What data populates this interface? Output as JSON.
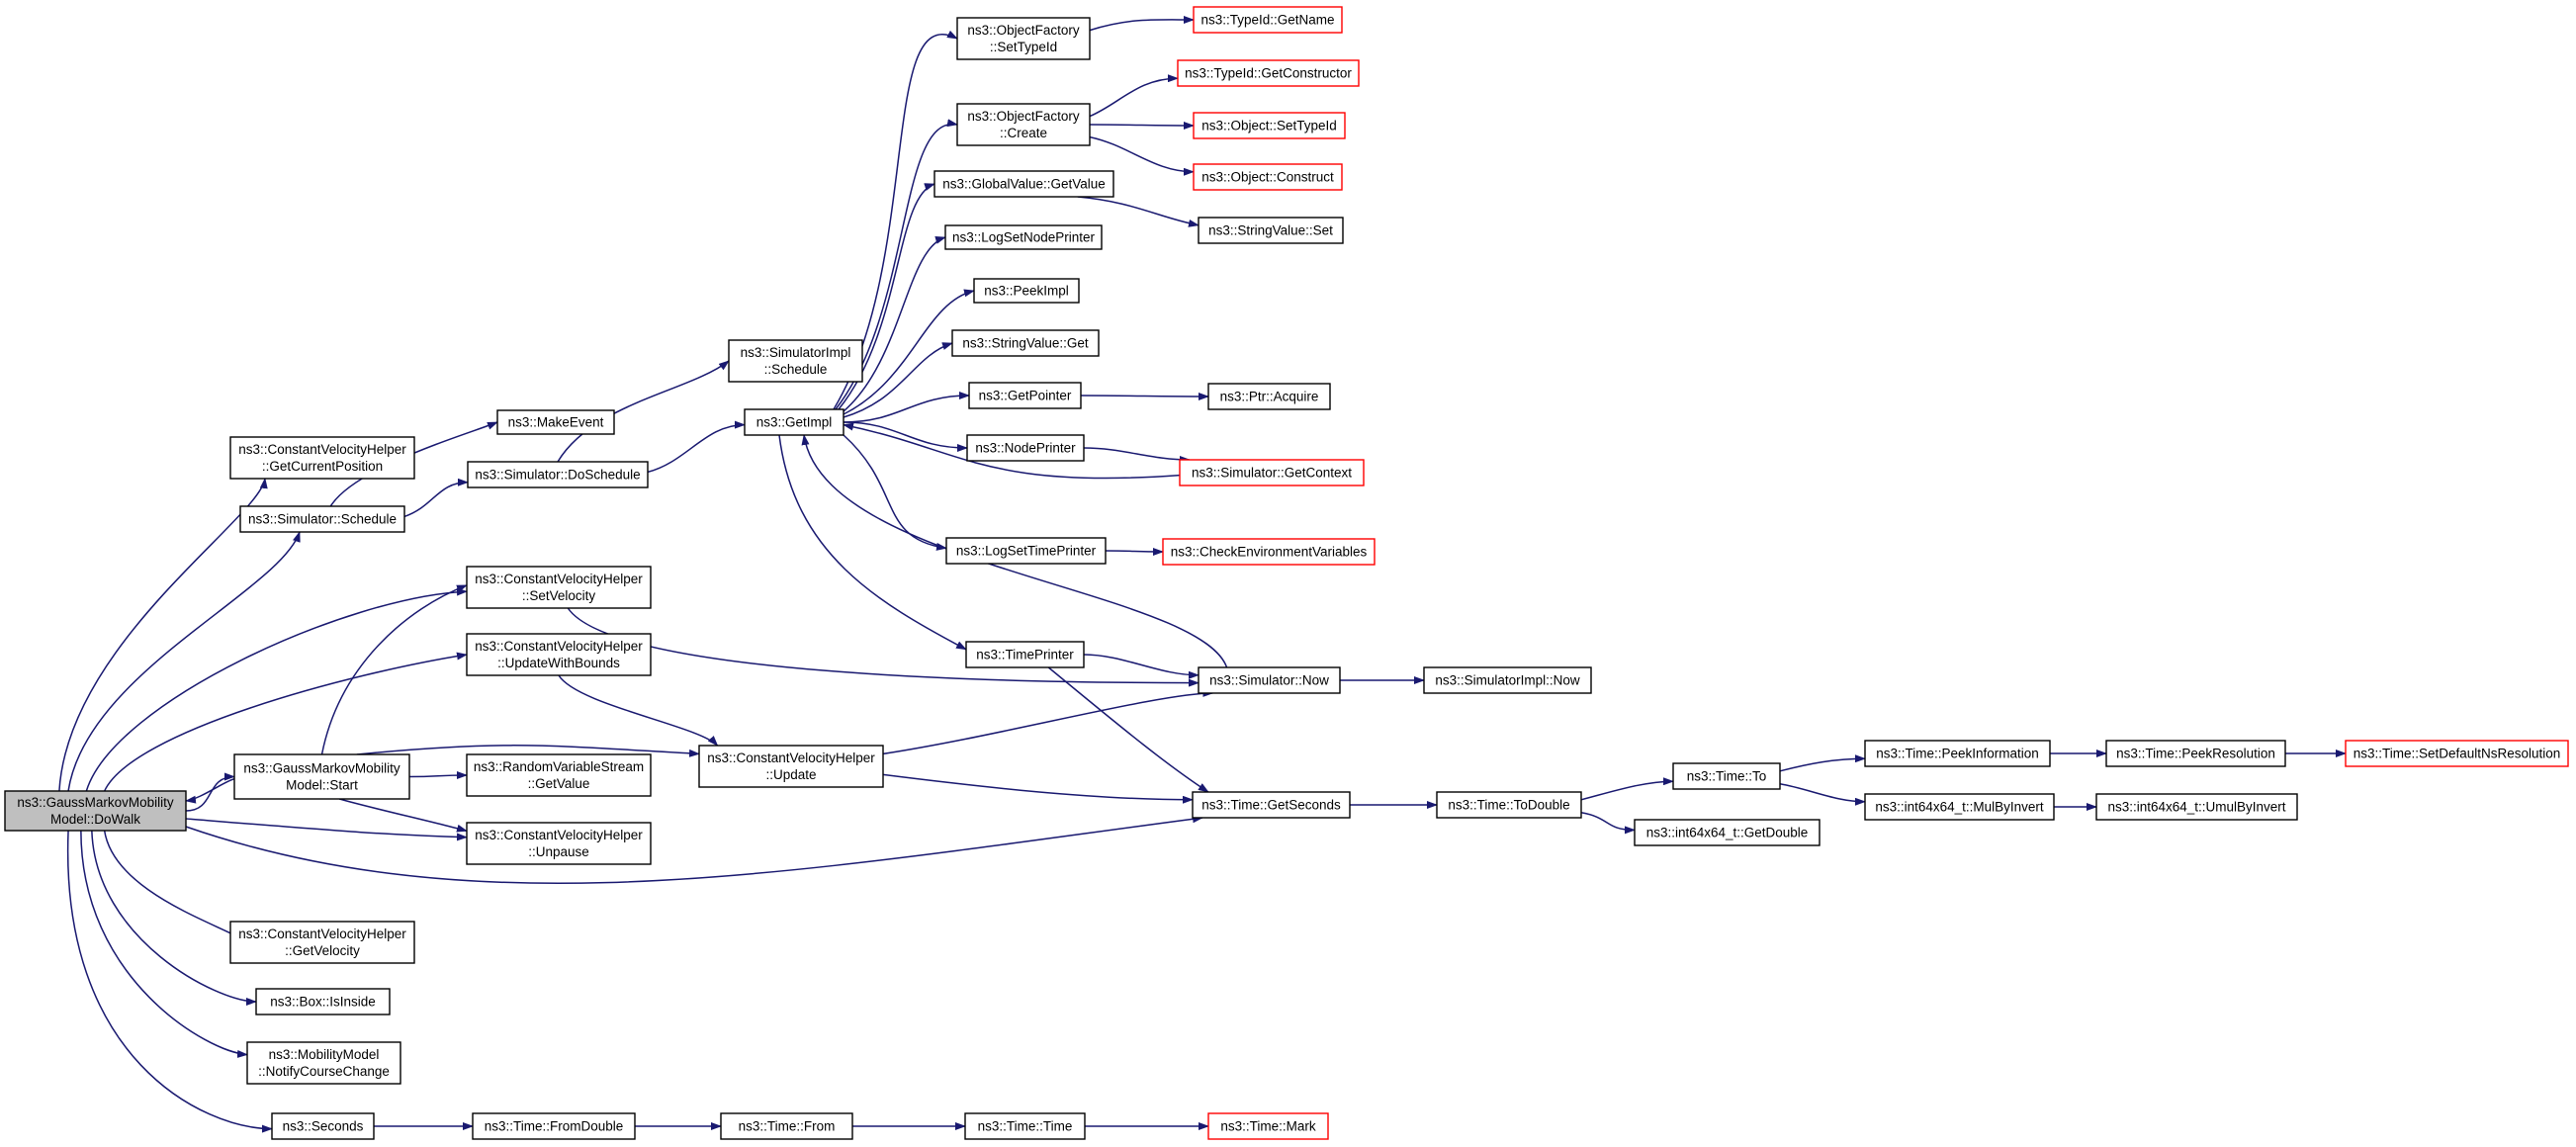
{
  "colors": {
    "edge": "#191970",
    "node_border": "#000000",
    "truncated_border": "#ff0000",
    "root_fill": "#bfbfbf"
  },
  "nodes": [
    {
      "id": "dowalk",
      "lines": [
        "ns3::GaussMarkovMobility",
        "Model::DoWalk"
      ],
      "root": true
    },
    {
      "id": "cvh_getcurpos",
      "lines": [
        "ns3::ConstantVelocityHelper",
        "::GetCurrentPosition"
      ]
    },
    {
      "id": "sim_schedule",
      "lines": [
        "ns3::Simulator::Schedule"
      ]
    },
    {
      "id": "makeevent",
      "lines": [
        "ns3::MakeEvent"
      ]
    },
    {
      "id": "sim_doschedule",
      "lines": [
        "ns3::Simulator::DoSchedule"
      ]
    },
    {
      "id": "simimpl_schedule",
      "lines": [
        "ns3::SimulatorImpl",
        "::Schedule"
      ]
    },
    {
      "id": "getimpl",
      "lines": [
        "ns3::GetImpl"
      ]
    },
    {
      "id": "of_settypeid",
      "lines": [
        "ns3::ObjectFactory",
        "::SetTypeId"
      ]
    },
    {
      "id": "typeid_getname",
      "lines": [
        "ns3::TypeId::GetName"
      ],
      "truncated": true
    },
    {
      "id": "of_create",
      "lines": [
        "ns3::ObjectFactory",
        "::Create"
      ]
    },
    {
      "id": "typeid_getconstructor",
      "lines": [
        "ns3::TypeId::GetConstructor"
      ],
      "truncated": true
    },
    {
      "id": "object_settypeid",
      "lines": [
        "ns3::Object::SetTypeId"
      ],
      "truncated": true
    },
    {
      "id": "object_construct",
      "lines": [
        "ns3::Object::Construct"
      ],
      "truncated": true
    },
    {
      "id": "globalvalue_getvalue",
      "lines": [
        "ns3::GlobalValue::GetValue"
      ]
    },
    {
      "id": "stringvalue_set",
      "lines": [
        "ns3::StringValue::Set"
      ]
    },
    {
      "id": "logsetnodeprinter",
      "lines": [
        "ns3::LogSetNodePrinter"
      ]
    },
    {
      "id": "peekimpl",
      "lines": [
        "ns3::PeekImpl"
      ]
    },
    {
      "id": "stringvalue_get",
      "lines": [
        "ns3::StringValue::Get"
      ]
    },
    {
      "id": "getpointer",
      "lines": [
        "ns3::GetPointer"
      ]
    },
    {
      "id": "ptr_acquire",
      "lines": [
        "ns3::Ptr::Acquire"
      ]
    },
    {
      "id": "nodeprinter",
      "lines": [
        "ns3::NodePrinter"
      ]
    },
    {
      "id": "sim_getcontext",
      "lines": [
        "ns3::Simulator::GetContext"
      ],
      "truncated": true
    },
    {
      "id": "logsettimeprinter",
      "lines": [
        "ns3::LogSetTimePrinter"
      ]
    },
    {
      "id": "checkenv",
      "lines": [
        "ns3::CheckEnvironmentVariables"
      ],
      "truncated": true
    },
    {
      "id": "timeprinter",
      "lines": [
        "ns3::TimePrinter"
      ]
    },
    {
      "id": "sim_now",
      "lines": [
        "ns3::Simulator::Now"
      ]
    },
    {
      "id": "simimpl_now",
      "lines": [
        "ns3::SimulatorImpl::Now"
      ]
    },
    {
      "id": "cvh_setvelocity",
      "lines": [
        "ns3::ConstantVelocityHelper",
        "::SetVelocity"
      ]
    },
    {
      "id": "cvh_updatewithbounds",
      "lines": [
        "ns3::ConstantVelocityHelper",
        "::UpdateWithBounds"
      ]
    },
    {
      "id": "gm_start",
      "lines": [
        "ns3::GaussMarkovMobility",
        "Model::Start"
      ]
    },
    {
      "id": "rvs_getvalue",
      "lines": [
        "ns3::RandomVariableStream",
        "::GetValue"
      ]
    },
    {
      "id": "cvh_update",
      "lines": [
        "ns3::ConstantVelocityHelper",
        "::Update"
      ]
    },
    {
      "id": "cvh_unpause",
      "lines": [
        "ns3::ConstantVelocityHelper",
        "::Unpause"
      ]
    },
    {
      "id": "time_getseconds",
      "lines": [
        "ns3::Time::GetSeconds"
      ]
    },
    {
      "id": "time_todouble",
      "lines": [
        "ns3::Time::ToDouble"
      ]
    },
    {
      "id": "time_to",
      "lines": [
        "ns3::Time::To"
      ]
    },
    {
      "id": "time_peekinformation",
      "lines": [
        "ns3::Time::PeekInformation"
      ]
    },
    {
      "id": "time_peekresolution",
      "lines": [
        "ns3::Time::PeekResolution"
      ]
    },
    {
      "id": "time_setdefaultnsres",
      "lines": [
        "ns3::Time::SetDefaultNsResolution"
      ],
      "truncated": true
    },
    {
      "id": "int64_mulbyinvert",
      "lines": [
        "ns3::int64x64_t::MulByInvert"
      ]
    },
    {
      "id": "int64_umulbyinvert",
      "lines": [
        "ns3::int64x64_t::UmulByInvert"
      ]
    },
    {
      "id": "int64_getdouble",
      "lines": [
        "ns3::int64x64_t::GetDouble"
      ]
    },
    {
      "id": "cvh_getvelocity",
      "lines": [
        "ns3::ConstantVelocityHelper",
        "::GetVelocity"
      ]
    },
    {
      "id": "box_isinside",
      "lines": [
        "ns3::Box::IsInside"
      ]
    },
    {
      "id": "mm_notify",
      "lines": [
        "ns3::MobilityModel",
        "::NotifyCourseChange"
      ]
    },
    {
      "id": "seconds",
      "lines": [
        "ns3::Seconds"
      ]
    },
    {
      "id": "time_fromdouble",
      "lines": [
        "ns3::Time::FromDouble"
      ]
    },
    {
      "id": "time_from",
      "lines": [
        "ns3::Time::From"
      ]
    },
    {
      "id": "time_time",
      "lines": [
        "ns3::Time::Time"
      ]
    },
    {
      "id": "time_mark",
      "lines": [
        "ns3::Time::Mark"
      ],
      "truncated": true
    }
  ],
  "edges": [
    [
      "dowalk",
      "cvh_getcurpos"
    ],
    [
      "dowalk",
      "sim_schedule"
    ],
    [
      "dowalk",
      "cvh_setvelocity"
    ],
    [
      "dowalk",
      "cvh_updatewithbounds"
    ],
    [
      "dowalk",
      "gm_start"
    ],
    [
      "dowalk",
      "cvh_unpause"
    ],
    [
      "dowalk",
      "time_getseconds"
    ],
    [
      "dowalk",
      "cvh_getvelocity"
    ],
    [
      "dowalk",
      "box_isinside"
    ],
    [
      "dowalk",
      "mm_notify"
    ],
    [
      "dowalk",
      "seconds"
    ],
    [
      "sim_schedule",
      "makeevent"
    ],
    [
      "sim_schedule",
      "sim_doschedule"
    ],
    [
      "sim_doschedule",
      "simimpl_schedule"
    ],
    [
      "sim_doschedule",
      "getimpl"
    ],
    [
      "getimpl",
      "of_settypeid"
    ],
    [
      "getimpl",
      "of_create"
    ],
    [
      "getimpl",
      "globalvalue_getvalue"
    ],
    [
      "getimpl",
      "logsetnodeprinter"
    ],
    [
      "getimpl",
      "peekimpl"
    ],
    [
      "getimpl",
      "stringvalue_get"
    ],
    [
      "getimpl",
      "getpointer"
    ],
    [
      "getimpl",
      "nodeprinter"
    ],
    [
      "getimpl",
      "logsettimeprinter"
    ],
    [
      "getimpl",
      "timeprinter"
    ],
    [
      "of_settypeid",
      "typeid_getname"
    ],
    [
      "of_create",
      "typeid_getconstructor"
    ],
    [
      "of_create",
      "object_settypeid"
    ],
    [
      "of_create",
      "object_construct"
    ],
    [
      "globalvalue_getvalue",
      "stringvalue_set"
    ],
    [
      "getpointer",
      "ptr_acquire"
    ],
    [
      "nodeprinter",
      "sim_getcontext"
    ],
    [
      "sim_getcontext",
      "getimpl"
    ],
    [
      "logsettimeprinter",
      "checkenv"
    ],
    [
      "timeprinter",
      "sim_now"
    ],
    [
      "timeprinter",
      "time_getseconds"
    ],
    [
      "sim_now",
      "getimpl"
    ],
    [
      "sim_now",
      "simimpl_now"
    ],
    [
      "cvh_setvelocity",
      "sim_now"
    ],
    [
      "cvh_updatewithbounds",
      "cvh_update"
    ],
    [
      "gm_start",
      "dowalk"
    ],
    [
      "gm_start",
      "cvh_setvelocity"
    ],
    [
      "gm_start",
      "rvs_getvalue"
    ],
    [
      "gm_start",
      "cvh_update"
    ],
    [
      "gm_start",
      "cvh_unpause"
    ],
    [
      "cvh_update",
      "sim_now"
    ],
    [
      "cvh_update",
      "time_getseconds"
    ],
    [
      "time_getseconds",
      "time_todouble"
    ],
    [
      "time_todouble",
      "time_to"
    ],
    [
      "time_todouble",
      "int64_getdouble"
    ],
    [
      "time_to",
      "time_peekinformation"
    ],
    [
      "time_to",
      "int64_mulbyinvert"
    ],
    [
      "time_peekinformation",
      "time_peekresolution"
    ],
    [
      "time_peekresolution",
      "time_setdefaultnsres"
    ],
    [
      "int64_mulbyinvert",
      "int64_umulbyinvert"
    ],
    [
      "seconds",
      "time_fromdouble"
    ],
    [
      "time_fromdouble",
      "time_from"
    ],
    [
      "time_from",
      "time_time"
    ],
    [
      "time_time",
      "time_mark"
    ]
  ]
}
